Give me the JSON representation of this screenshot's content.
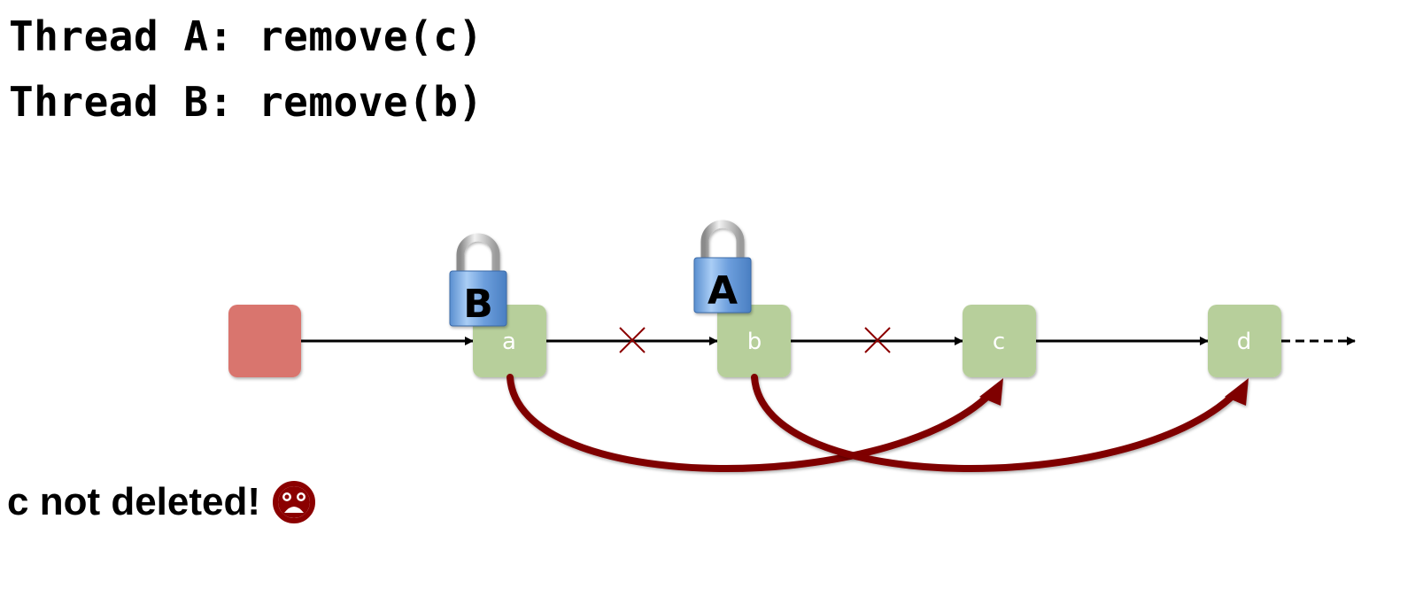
{
  "threads": [
    {
      "label": "Thread A: remove(c)"
    },
    {
      "label": "Thread B: remove(b)"
    }
  ],
  "list": {
    "head": {
      "label": "",
      "color": "#d9746e"
    },
    "nodes": [
      {
        "label": "a",
        "color": "#b7cf9b"
      },
      {
        "label": "b",
        "color": "#b7cf9b"
      },
      {
        "label": "c",
        "color": "#b7cf9b"
      },
      {
        "label": "d",
        "color": "#b7cf9b"
      }
    ],
    "cut_link_color": "#8b0000",
    "redirect_color": "#7f0000"
  },
  "locks": [
    {
      "owner": "B",
      "on_node": "a"
    },
    {
      "owner": "A",
      "on_node": "b"
    }
  ],
  "redirects": [
    {
      "from": "a",
      "to": "c"
    },
    {
      "from": "b",
      "to": "d"
    }
  ],
  "status": {
    "text": "c not deleted!",
    "icon": "sad-face-icon"
  }
}
